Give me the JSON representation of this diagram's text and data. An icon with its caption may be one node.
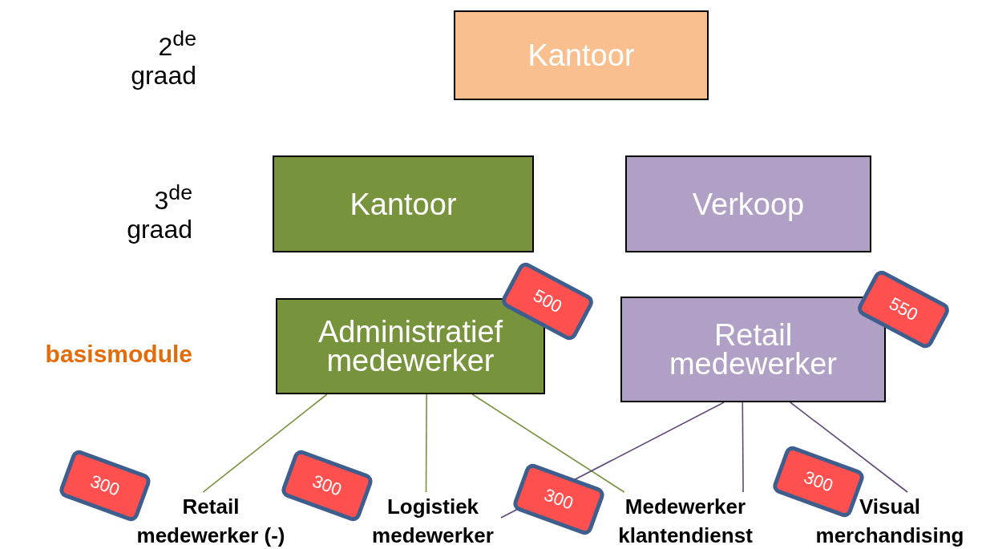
{
  "diagram": {
    "nodes": [
      {
        "text": [
          "Kantoor"
        ]
      },
      {
        "text": [
          "Kantoor"
        ]
      },
      {
        "text": [
          "Verkoop"
        ]
      },
      {
        "text": [
          "Administratief medewerker"
        ],
        "beside": [
          "500"
        ]
      },
      {
        "text": [
          "Retail medewerker"
        ],
        "beside": [
          "550"
        ]
      },
      {
        "text": [
          "Retail medewerker (-)"
        ],
        "beside": [
          "300"
        ]
      },
      {
        "text": [
          "Logistiek medewerker"
        ],
        "beside": [
          "300"
        ]
      },
      {
        "text": [
          "Medewerker klantendienst"
        ],
        "beside": [
          "300"
        ]
      },
      {
        "text": [
          "Visual merchandising"
        ],
        "beside": [
          "300"
        ]
      }
    ],
    "edges": [
      {
        "from": 3,
        "to": 5,
        "arrow": "none",
        "color": "#76923c"
      },
      {
        "from": 3,
        "to": 6,
        "arrow": "none",
        "color": "#76923c"
      },
      {
        "from": 3,
        "to": 7,
        "arrow": "none",
        "color": "#76923c"
      },
      {
        "from": 4,
        "to": 6,
        "arrow": "none",
        "color": "#5f497a"
      },
      {
        "from": 4,
        "to": 7,
        "arrow": "none",
        "color": "#5f497a"
      },
      {
        "from": 4,
        "to": 8,
        "arrow": "none",
        "color": "#5f497a"
      }
    ],
    "labels": [
      "2$^{de}$ graad",
      "3$^{de}$ graad",
      "basismodule"
    ]
  }
}
